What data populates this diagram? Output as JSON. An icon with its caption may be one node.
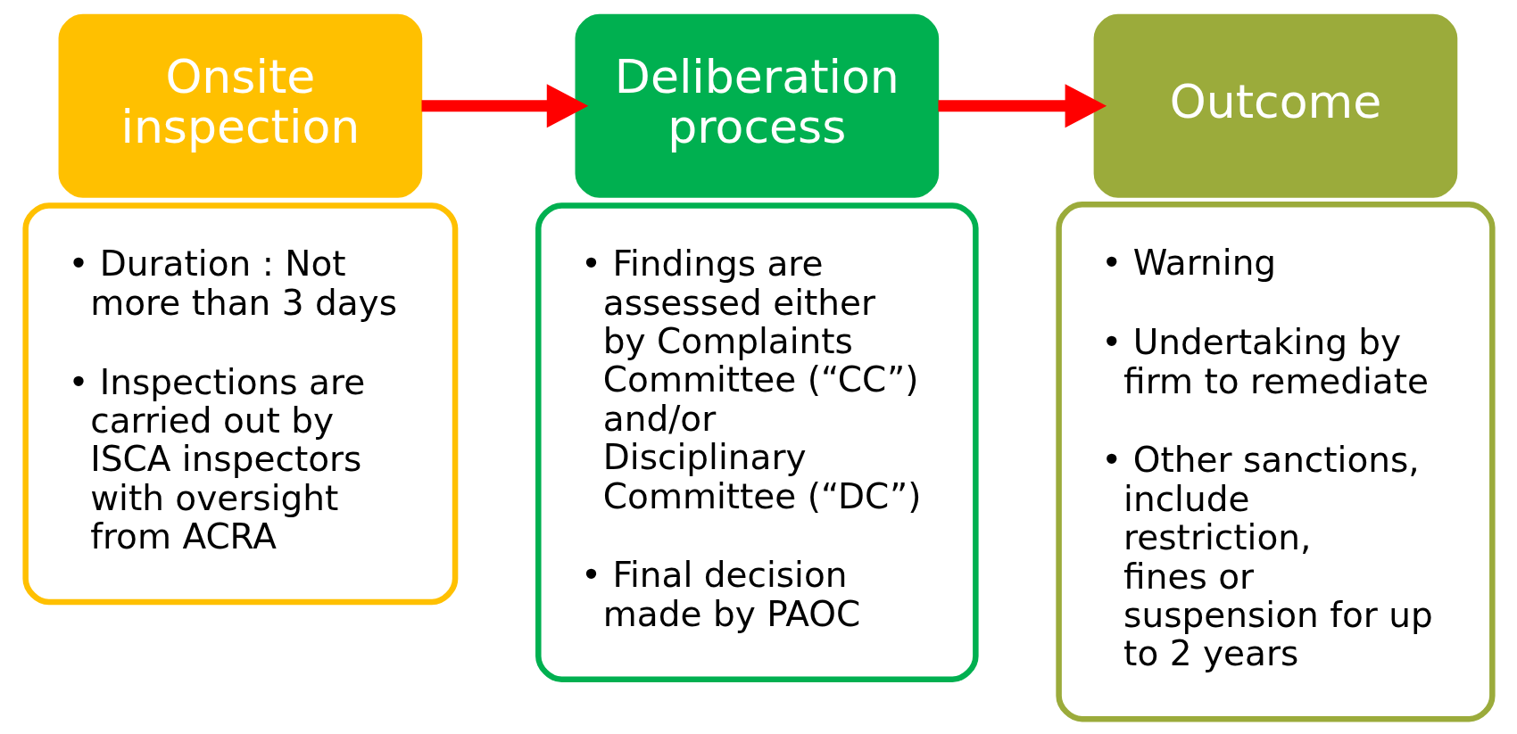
{
  "diagram": {
    "nodes": [
      {
        "text": [
          "Onsite inspection"
        ]
      },
      {
        "text": [
          "• Duration : Not more than 3 days",
          "• Inspections are carried out by ISCA inspectors with oversight from ACRA"
        ]
      },
      {
        "text": [
          "Deliberation process"
        ]
      },
      {
        "text": [
          "• Findings are assessed either by Complaints Committee (“CC”) and/or Disciplinary Committee (“DC”)",
          "• Final decision made by PAOC"
        ]
      },
      {
        "text": [
          "Outcome"
        ]
      },
      {
        "text": [
          "• Warning",
          "• Undertaking by firm to remediate",
          "• Other sanctions, include restriction, fines or suspension for up to 2 years"
        ]
      }
    ],
    "edges": [
      {
        "from": 0,
        "to": 2,
        "arrow": "to"
      },
      {
        "from": 2,
        "to": 4,
        "arrow": "to"
      }
    ]
  }
}
